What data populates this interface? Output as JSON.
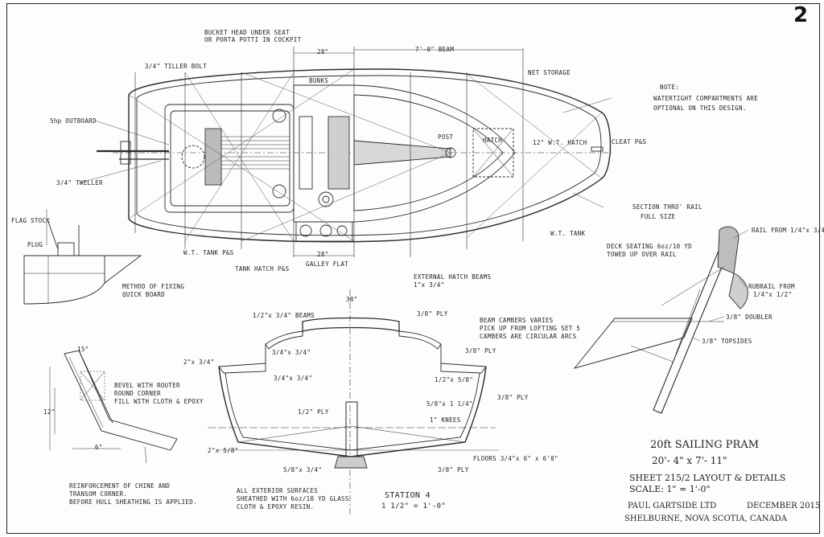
{
  "sheet_number": "2",
  "notes": {
    "bucket_head": "BUCKET HEAD UNDER SEAT",
    "porta_potti": "OR PORTA POTTI IN COCKPIT",
    "tiller_bolt": "3/4\" TILLER BOLT",
    "outboard": "5hp OUTBOARD",
    "tiller": "3/4\" TWELLER",
    "beam_dim": "7'-0\" BEAM",
    "dim_28_top": "28\"",
    "bunks": "BUNKS",
    "net_storage": "NET STORAGE",
    "mast_step": "POST",
    "hatch": "HATCH",
    "wt_hatch": "12\" W.T. HATCH",
    "cleat": "CLEAT P&S",
    "watertight_note_1": "NOTE:",
    "watertight_note_2": "WATERTIGHT COMPARTMENTS ARE",
    "watertight_note_3": "OPTIONAL ON THIS DESIGN.",
    "section_rail_1": "SECTION THRO' RAIL",
    "section_rail_2": "FULL SIZE",
    "wt_tank_ps": "W.T. TANK P&S",
    "tank_hatch": "TANK HATCH P&S",
    "galley_flat": "GALLEY FLAT",
    "dim_28_bottom": "28\"",
    "wt_tank": "W.T. TANK",
    "flag_stock": "FLAG STOCK",
    "plug": "PLUG",
    "method_fixing_1": "METHOD OF FIXING",
    "method_fixing_2": "QUICK BOARD",
    "ext_hatch_beams_1": "EXTERNAL HATCH BEAMS",
    "ext_hatch_beams_2": "1\"x 3/4\"",
    "dim_38": "38\"",
    "beams": "1/2\"x 3/4\" BEAMS",
    "ply_top": "3/8\" PLY",
    "beam_cambers_1": "BEAM CAMBERS VARIES",
    "beam_cambers_2": "PICK UP FROM LOFTING SET 5",
    "beam_cambers_3": "CAMBERS ARE CIRCULAR ARCS",
    "deck_seating_1": "DECK SEATING 6oz/10 YD",
    "deck_seating_2": "TOWED UP OVER RAIL",
    "rail_from_1": "RAIL FROM 1/4\"x 3/4\"",
    "rubrail_1": "RUBRAIL FROM",
    "rubrail_2": "1/4\"x 1/2\"",
    "doubler": "3/8\" DOUBLER",
    "topsides": "3/8\" TOPSIDES",
    "size_2x34": "2\"x 3/4\"",
    "size_34x34_a": "3/4\"x 3/4\"",
    "size_34x34_b": "3/4\"x 3/4\"",
    "ply_a": "3/8\" PLY",
    "ply_b": "3/8\" PLY",
    "ply_c": "3/8\" PLY",
    "size_12x58": "1/2\"x 5/8\"",
    "size_58x14": "5/8\"x 1 1/4\"",
    "ply_floor": "1/2\" PLY",
    "knees": "1\" KNEES",
    "size_2x58": "2\"x 5/8\"",
    "size_58x34": "5/8\"x 3/4\"",
    "floors": "FLOORS 3/4\"x 6\" x 6'0\"",
    "bevel_1": "BEVEL WITH ROUTER",
    "bevel_2": "ROUND CORNER",
    "bevel_3": "FILL WITH CLOTH & EPOXY",
    "angle_top": "15°",
    "dim_12": "12\"",
    "dim_6": "6\"",
    "reinforcement_1": "REINFORCEMENT OF CHINE AND",
    "reinforcement_2": "TRANSOM CORNER.",
    "reinforcement_3": "BEFORE HULL SHEATHING IS APPLIED.",
    "exterior_1": "ALL EXTERIOR SURFACES",
    "exterior_2": "SHEATHED WITH 6oz/10 YD GLASS",
    "exterior_3": "CLOTH & EPOXY RESIN.",
    "station_1": "STATION 4",
    "station_2": "1 1/2\" = 1'-0\""
  },
  "title_block": {
    "title": "20ft SAILING PRAM",
    "dims": "20'- 4\" x 7'- 11\"",
    "sheet": "SHEET 215/2  LAYOUT & DETAILS",
    "scale": "SCALE: 1\" = 1'-0\"",
    "firm": "PAUL GARTSIDE LTD",
    "date": "DECEMBER 2015",
    "location": "SHELBURNE, NOVA SCOTIA, CANADA"
  }
}
